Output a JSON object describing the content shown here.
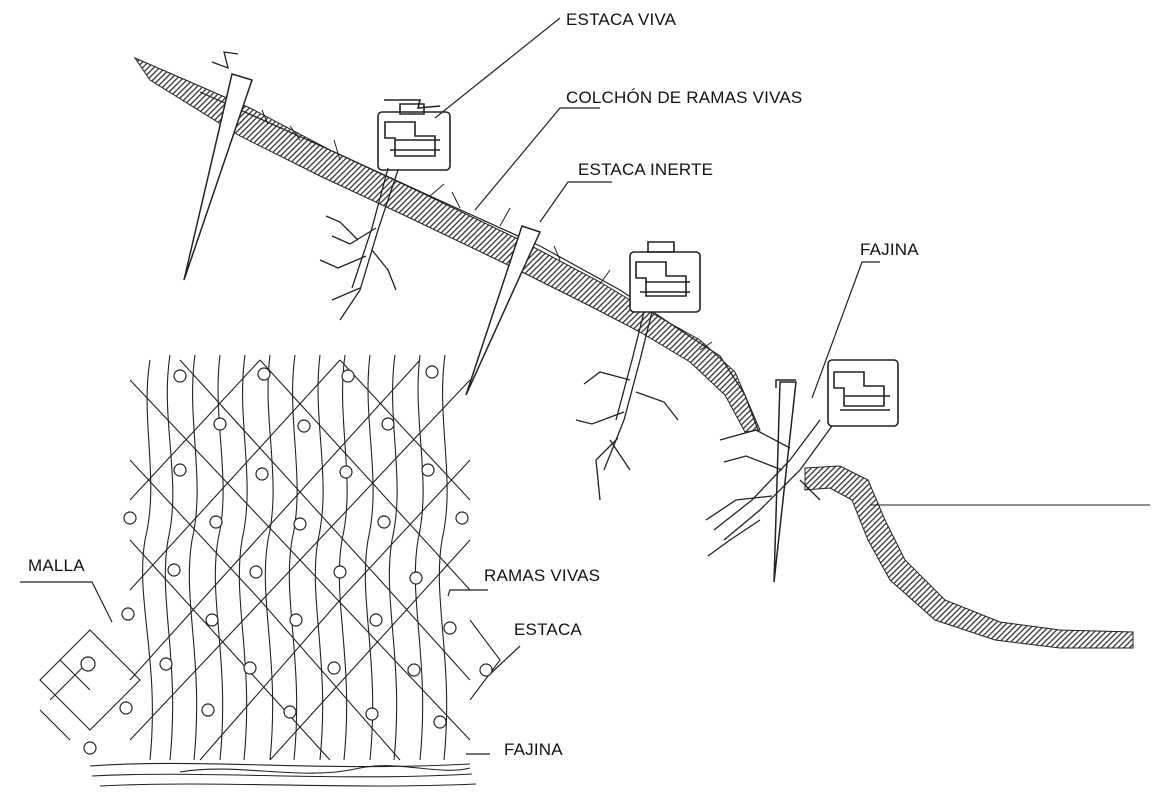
{
  "labels": {
    "estaca_viva": "ESTACA VIVA",
    "colchon": "COLCHÓN DE RAMAS VIVAS",
    "estaca_inerte": "ESTACA INERTE",
    "fajina_top": "FAJINA",
    "malla": "MALLA",
    "ramas_vivas": "RAMAS VIVAS",
    "estaca": "ESTACA",
    "fajina_bottom": "FAJINA"
  },
  "colors": {
    "ink": "#1a1a1a",
    "ground": "#3a3a3a"
  }
}
